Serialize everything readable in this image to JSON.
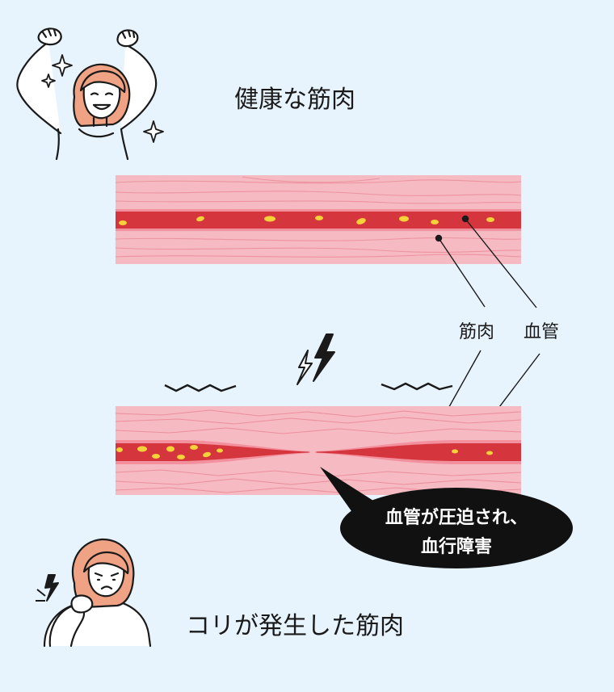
{
  "titles": {
    "healthy": "健康な筋肉",
    "stiff": "コリが発生した筋肉"
  },
  "labels": {
    "muscle": "筋肉",
    "vessel": "血管"
  },
  "bubble": {
    "line1": "血管が圧迫され、",
    "line2": "血行障害"
  },
  "colors": {
    "background": "#e7f3fd",
    "muscle": "#f6bac2",
    "muscle_fiber": "#ec8f9c",
    "vessel": "#d5363e",
    "blood_cell": "#f6d23a",
    "bubble": "#111111",
    "hair": "#f0a384"
  },
  "icons": {
    "healthy_person": "woman-arms-raised-icon",
    "stiff_person": "woman-neck-pain-icon",
    "sparkle": "sparkle-icon",
    "lightning": "lightning-icon",
    "pain_mark": "pain-spark-icon"
  }
}
